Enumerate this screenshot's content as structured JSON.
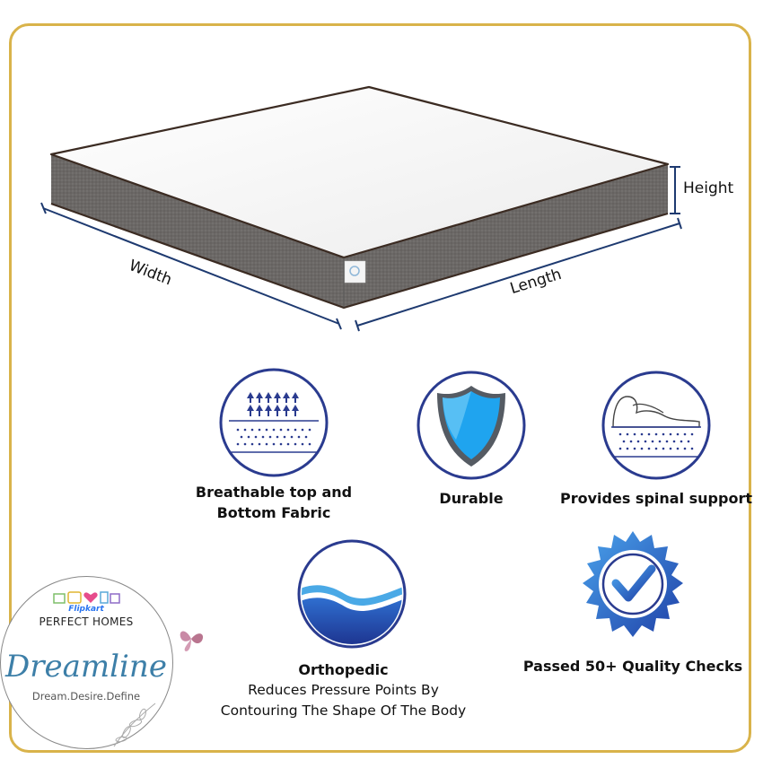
{
  "dimensions": {
    "width_label": "Width",
    "length_label": "Length",
    "height_label": "Height"
  },
  "features": [
    {
      "title_lines": [
        "Breathable top and",
        "Bottom Fabric"
      ],
      "icon": "breathable-fabric-icon"
    },
    {
      "title_lines": [
        "Durable"
      ],
      "icon": "shield-icon"
    },
    {
      "title_lines": [
        "Provides spinal support"
      ],
      "icon": "spinal-support-icon"
    },
    {
      "title_lines": [
        "Orthopedic"
      ],
      "desc_lines": [
        "Reduces Pressure Points By",
        "Contouring The Shape Of The Body"
      ],
      "icon": "orthopedic-wave-icon"
    },
    {
      "title_lines": [
        "Passed 50+ Quality Checks"
      ],
      "icon": "quality-check-badge-icon"
    }
  ],
  "brand": {
    "flipkart": "Flipkart",
    "perfect_homes": "PERFECT HOMES",
    "dreamline": "Dreamline",
    "tagline": "Dream.Desire.Define"
  },
  "colors": {
    "frame_border": "#d9b34a",
    "icon_ring": "#2a3b8f",
    "dimension_lines": "#1e3a70",
    "mattress_side": "#6b6866",
    "shield_blue": "#1fa4ef",
    "badge_blue": "#2e6fd6",
    "dreamline_text": "#3d7fa8"
  }
}
